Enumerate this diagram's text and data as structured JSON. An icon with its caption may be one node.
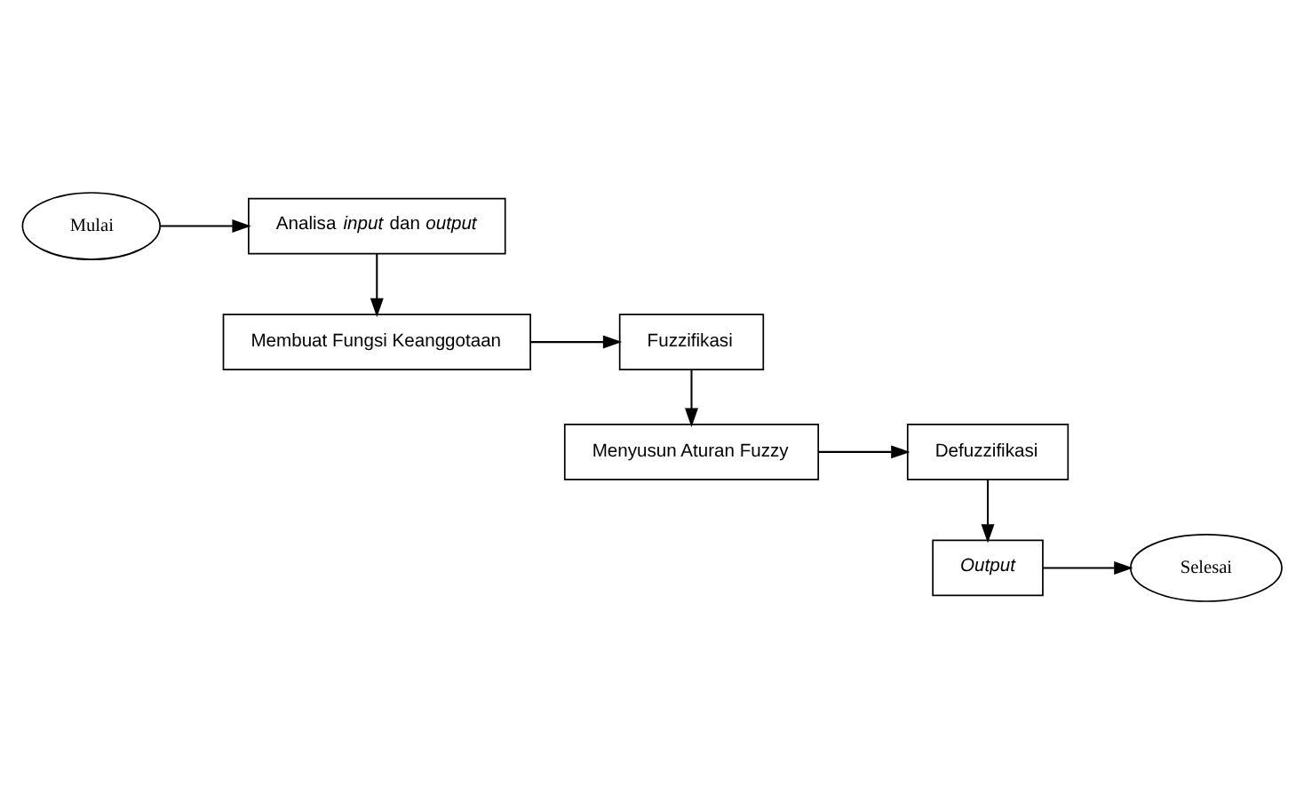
{
  "diagram": {
    "nodes": [
      {
        "text": [
          "Mulai"
        ]
      },
      {
        "text": [
          "Analisa *input* dan *output*"
        ]
      },
      {
        "text": [
          "Membuat Fungsi Keanggotaan"
        ]
      },
      {
        "text": [
          "Fuzzifikasi"
        ]
      },
      {
        "text": [
          "Menyusun Aturan Fuzzy"
        ]
      },
      {
        "text": [
          "Defuzzifikasi"
        ]
      },
      {
        "text": [
          "Output"
        ]
      },
      {
        "text": [
          "Selesai"
        ]
      }
    ],
    "edges": [
      {
        "from": 0,
        "to": 1,
        "arrow": "to"
      },
      {
        "from": 1,
        "to": 2,
        "arrow": "to"
      },
      {
        "from": 2,
        "to": 3,
        "arrow": "to"
      },
      {
        "from": 3,
        "to": 4,
        "arrow": "to"
      },
      {
        "from": 4,
        "to": 5,
        "arrow": "to"
      },
      {
        "from": 5,
        "to": 6,
        "arrow": "to"
      },
      {
        "from": 6,
        "to": 7,
        "arrow": "to"
      }
    ]
  }
}
